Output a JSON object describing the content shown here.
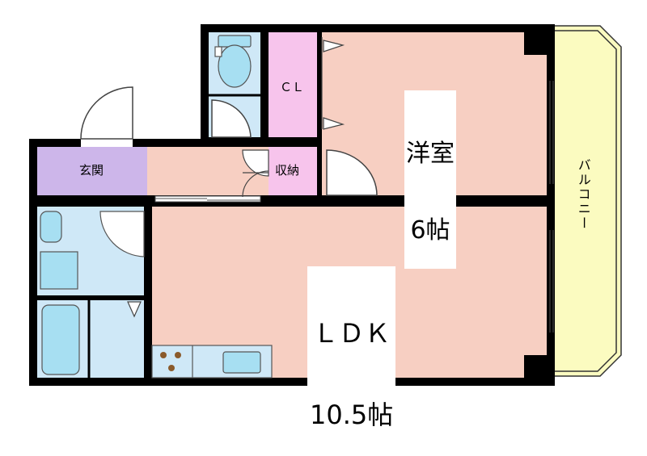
{
  "rooms": {
    "western_room": {
      "name": "洋室",
      "size": "6帖"
    },
    "ldk": {
      "name": "ＬＤＫ",
      "size": "10.5帖"
    },
    "closet": {
      "label": "ＣＬ"
    },
    "storage": {
      "label": "収納"
    },
    "entrance": {
      "label": "玄関"
    },
    "balcony": {
      "label": "バルコニー"
    }
  },
  "colors": {
    "western_room": "#f7cfc2",
    "ldk": "#f7cfc2",
    "hallway": "#f7cfc2",
    "closet": "#f7c4ec",
    "storage": "#f7c4ec",
    "entrance": "#cdb6ea",
    "wet_areas": "#cfe8f7",
    "fixtures": "#a7dff2",
    "balcony": "#fbfbc0",
    "wall": "#000000"
  }
}
